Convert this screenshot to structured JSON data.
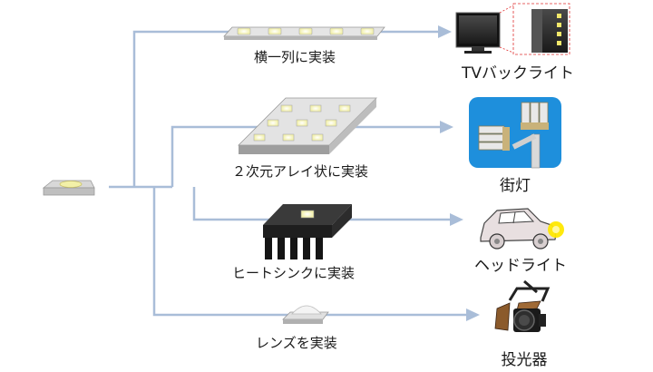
{
  "methods": {
    "row_mount": "横一列に実装",
    "array_mount": "２次元アレイ状に実装",
    "heatsink_mount": "ヒートシンクに実装",
    "lens_mount": "レンズを実装"
  },
  "applications": {
    "tv_backlight": "TVバックライト",
    "street_light": "街灯",
    "headlight": "ヘッドライト",
    "floodlight": "投光器"
  },
  "colors": {
    "connector": "#a9bdd8",
    "street_bg": "#1e8fdc",
    "led_glow": "#f2f0a8",
    "headlight": "#ffe800"
  }
}
